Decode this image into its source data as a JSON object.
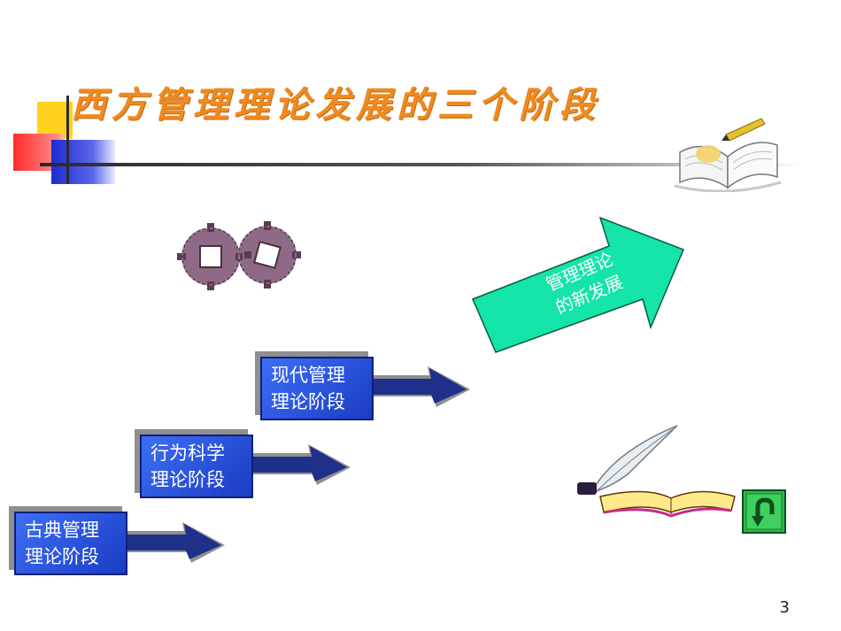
{
  "slide": {
    "title": "西方管理理论发展的三个阶段",
    "page_number": "3"
  },
  "stages": [
    {
      "line1": "古典管理",
      "line2": "理论阶段"
    },
    {
      "line1": "行为科学",
      "line2": "理论阶段"
    },
    {
      "line1": "现代管理",
      "line2": "理论阶段"
    }
  ],
  "new_development": {
    "line1": "管理理论",
    "line2": "的新发展"
  },
  "colors": {
    "title": "#ee8a1f",
    "stage_blue": "#2a54e0",
    "arrow_navy": "#1a2a7a",
    "green_arrow": "#14e4a8",
    "accent_yellow": "#ffd21f",
    "accent_red": "#ff2a2a",
    "accent_blue": "#1d2bd1"
  },
  "icons": {
    "gears": "gears-icon",
    "open_book": "open-book-icon",
    "quill": "quill-ink-book-icon",
    "return": "return-arrow-icon"
  }
}
